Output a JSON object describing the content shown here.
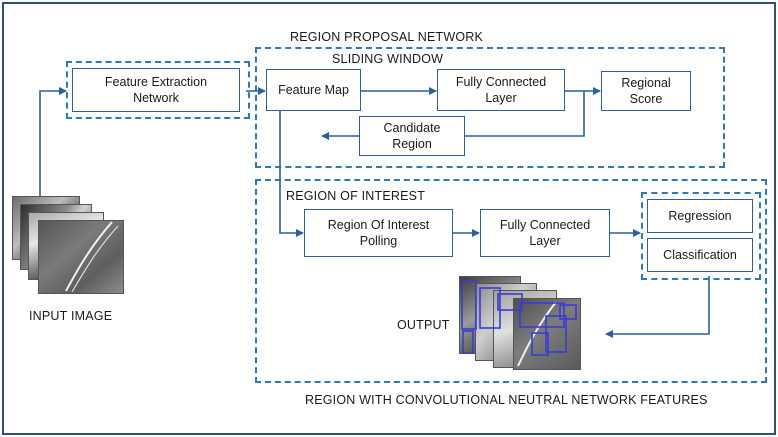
{
  "titles": {
    "rpn": "REGION PROPOSAL NETWORK",
    "sliding_window": "SLIDING WINDOW",
    "roi": "REGION OF INTEREST",
    "rcnn": "REGION WITH CONVOLUTIONAL NEUTRAL NETWORK FEATURES"
  },
  "boxes": {
    "feature_extraction": "Feature Extraction Network",
    "feature_map": "Feature Map",
    "fc_layer_top": "Fully Connected Layer",
    "regional_score": "Regional Score",
    "candidate_region": "Candidate Region",
    "roi_polling": "Region Of Interest Polling",
    "fc_layer_bottom": "Fully Connected Layer",
    "regression": "Regression",
    "classification": "Classification"
  },
  "labels": {
    "input_image": "INPUT IMAGE",
    "output": "OUTPUT"
  },
  "colors": {
    "box_border": "#2b5f9e",
    "dashed": "#2b7bb9",
    "arrow": "#2b5f9e",
    "frame": "#2f4f7f",
    "detection_box": "#3b3bd1"
  }
}
